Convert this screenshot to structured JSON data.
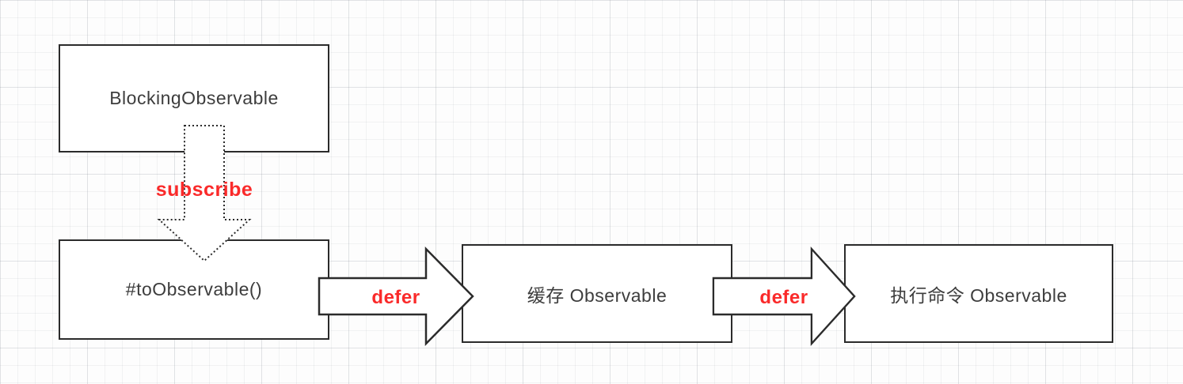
{
  "diagram": {
    "nodes": [
      {
        "label": "BlockingObservable"
      },
      {
        "label": "#toObservable()"
      },
      {
        "label": "缓存 Observable"
      },
      {
        "label": "执行命令 Observable"
      }
    ],
    "arrows": [
      {
        "label": "subscribe",
        "direction": "down",
        "style": "dotted"
      },
      {
        "label": "defer",
        "direction": "right",
        "style": "solid"
      },
      {
        "label": "defer",
        "direction": "right",
        "style": "solid"
      }
    ],
    "colors": {
      "arrow_label": "#fa2a2a",
      "box_border": "#2b2b2b",
      "box_text": "#3d3d3d",
      "background": "#fdfdfd"
    }
  }
}
